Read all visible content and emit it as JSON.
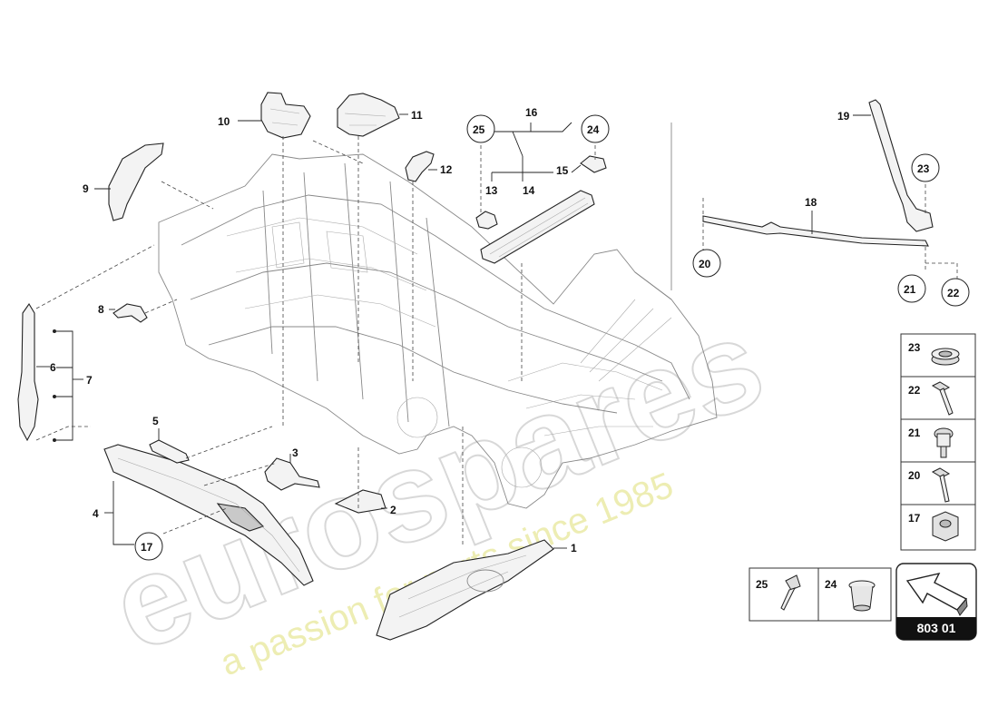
{
  "watermark": {
    "brand": "eurospares",
    "tagline": "a passion for parts since 1985"
  },
  "callouts": {
    "p1": "1",
    "p2": "2",
    "p3": "3",
    "p4": "4",
    "p5": "5",
    "p6": "6",
    "p7": "7",
    "p8": "8",
    "p9": "9",
    "p10": "10",
    "p11": "11",
    "p12": "12",
    "p13": "13",
    "p14": "14",
    "p15": "15",
    "p16": "16",
    "p17": "17",
    "p18": "18",
    "p19": "19",
    "p20": "20",
    "p21": "21",
    "p22": "22",
    "p23": "23",
    "p24": "24",
    "p25": "25"
  },
  "legend": {
    "l23": "23",
    "l22": "22",
    "l21": "21",
    "l20": "20",
    "l17": "17",
    "l25": "25",
    "l24": "24"
  },
  "reference": {
    "code": "803 01"
  }
}
